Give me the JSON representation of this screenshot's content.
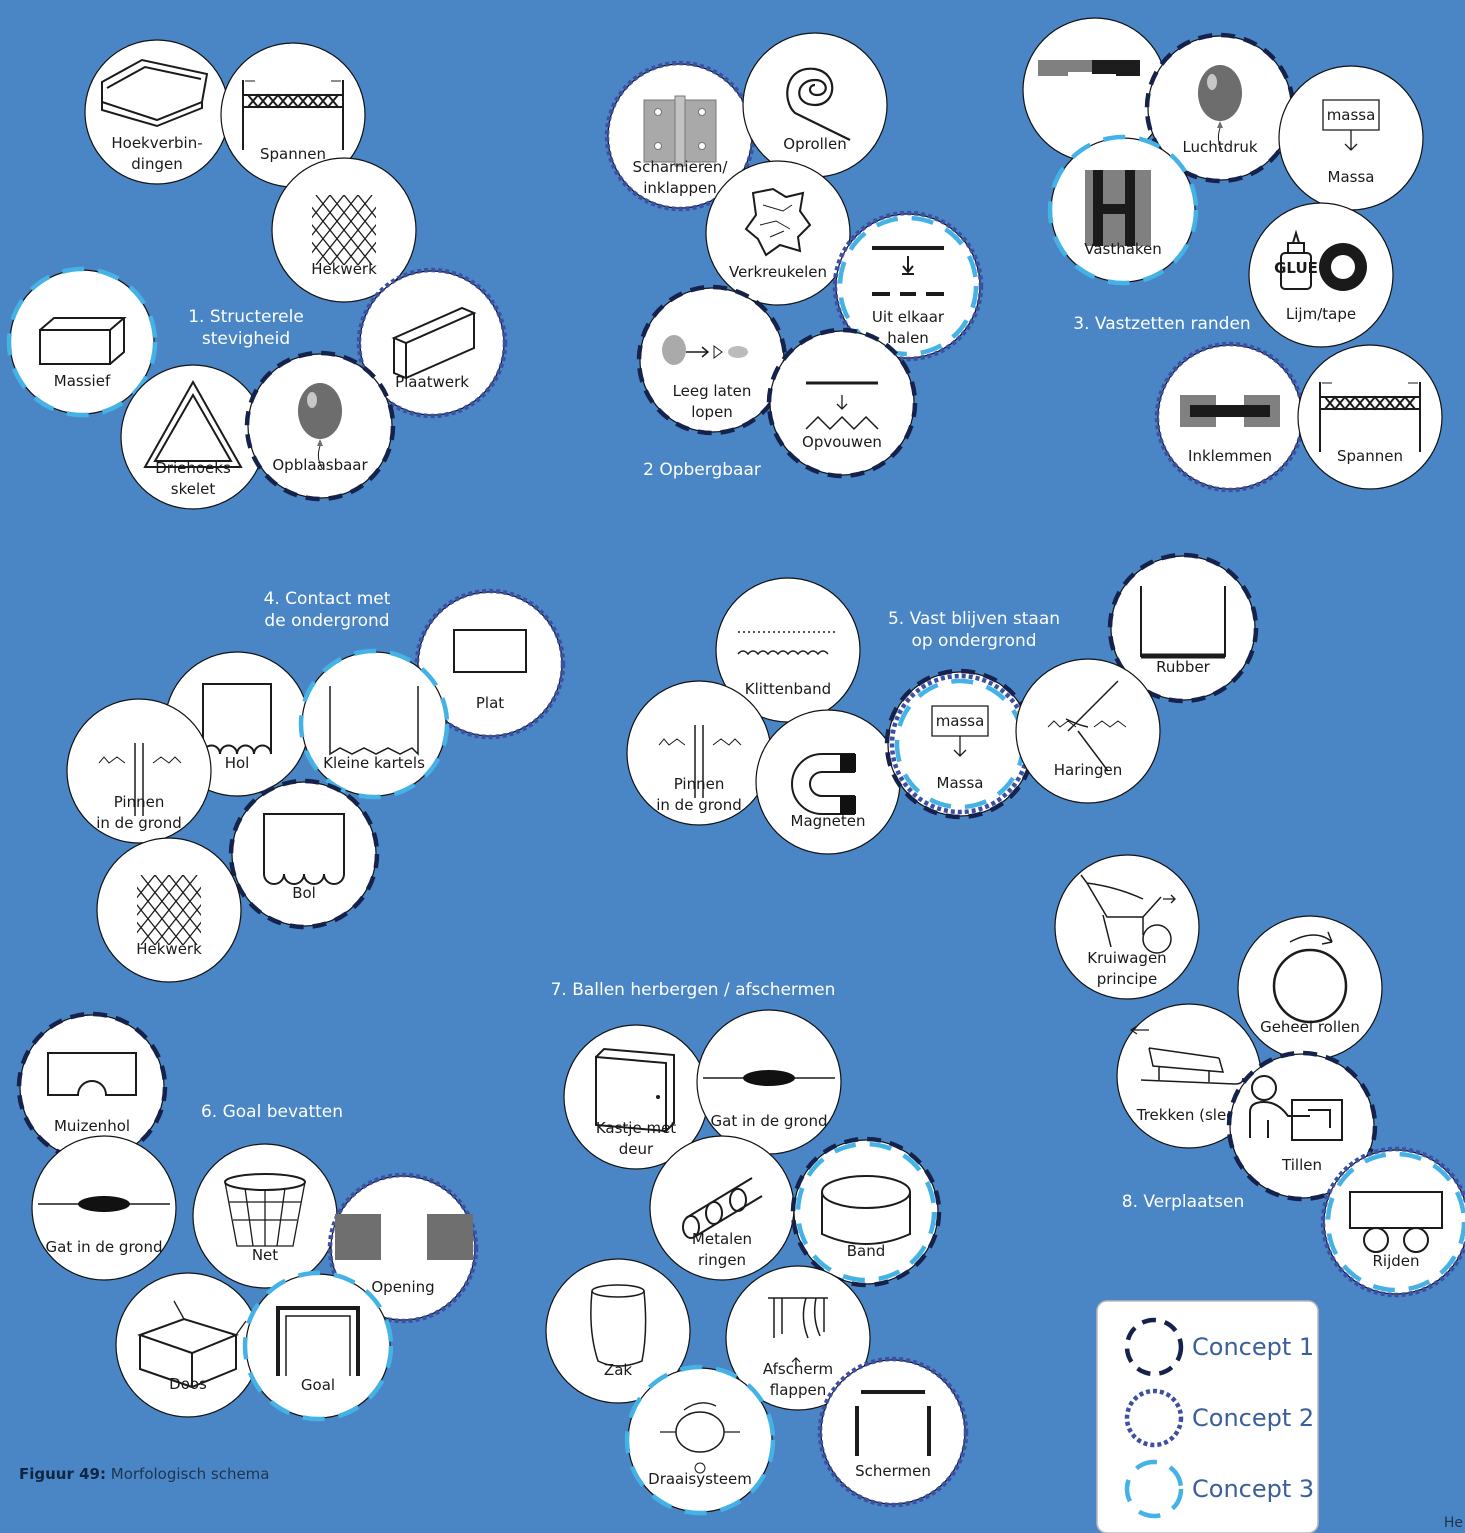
{
  "colors": {
    "background": "#4a86c5",
    "concept1": "#15224b",
    "concept2": "#3d4fa2",
    "concept3": "#45b2e5",
    "node_fill": "#ffffff"
  },
  "caption": {
    "label": "Figuur 49:",
    "text": "Morfologisch schema"
  },
  "corner_text": "He",
  "legend": [
    {
      "concept": 1,
      "label": "Concept 1"
    },
    {
      "concept": 2,
      "label": "Concept 2"
    },
    {
      "concept": 3,
      "label": "Concept 3"
    }
  ],
  "groups": [
    {
      "id": "g1",
      "title": [
        "1. Structerele",
        "stevigheid"
      ]
    },
    {
      "id": "g2",
      "title": [
        "2 Opbergbaar"
      ]
    },
    {
      "id": "g3",
      "title": [
        "3. Vastzetten randen"
      ]
    },
    {
      "id": "g4",
      "title": [
        "4. Contact met",
        "de ondergrond"
      ]
    },
    {
      "id": "g5",
      "title": [
        "5. Vast blijven staan",
        "op ondergrond"
      ]
    },
    {
      "id": "g6",
      "title": [
        "6. Goal bevatten"
      ]
    },
    {
      "id": "g7",
      "title": [
        "7. Ballen herbergen / afschermen"
      ]
    },
    {
      "id": "g8",
      "title": [
        "8. Verplaatsen"
      ]
    }
  ],
  "nodes": [
    {
      "group": "g1",
      "label": [
        "Hoekverbin-",
        "dingen"
      ],
      "icon": "frame-icon",
      "concepts": []
    },
    {
      "group": "g1",
      "label": [
        "Spannen"
      ],
      "icon": "tension-icon",
      "concepts": []
    },
    {
      "group": "g1",
      "label": [
        "Hekwerk"
      ],
      "icon": "fence-icon",
      "concepts": []
    },
    {
      "group": "g1",
      "label": [
        "Plaatwerk"
      ],
      "icon": "plate-icon",
      "concepts": [
        2
      ]
    },
    {
      "group": "g1",
      "label": [
        "Massief"
      ],
      "icon": "block-icon",
      "concepts": [
        3
      ]
    },
    {
      "group": "g1",
      "label": [
        "Driehoeks",
        "skelet"
      ],
      "icon": "triangle-icon",
      "concepts": []
    },
    {
      "group": "g1",
      "label": [
        "Opblaasbaar"
      ],
      "icon": "balloon-icon",
      "concepts": [
        1
      ]
    },
    {
      "group": "g2",
      "label": [
        "Scharnieren/",
        "inklappen"
      ],
      "icon": "hinge-icon",
      "concepts": [
        2
      ]
    },
    {
      "group": "g2",
      "label": [
        "Oprollen"
      ],
      "icon": "spiral-icon",
      "concepts": []
    },
    {
      "group": "g2",
      "label": [
        "Verkreukelen"
      ],
      "icon": "crumple-icon",
      "concepts": []
    },
    {
      "group": "g2",
      "label": [
        "Uit elkaar",
        "halen"
      ],
      "icon": "disassemble-icon",
      "concepts": [
        2,
        3
      ]
    },
    {
      "group": "g2",
      "label": [
        "Leeg laten",
        "lopen"
      ],
      "icon": "deflate-icon",
      "concepts": [
        1
      ]
    },
    {
      "group": "g2",
      "label": [
        "Opvouwen"
      ],
      "icon": "fold-icon",
      "concepts": [
        1
      ]
    },
    {
      "group": "g3",
      "label": [],
      "icon": "bar-icon",
      "concepts": []
    },
    {
      "group": "g3",
      "label": [
        "Luchtdruk"
      ],
      "icon": "balloon-icon",
      "concepts": [
        1
      ]
    },
    {
      "group": "g3",
      "label": [
        "massa",
        "Massa"
      ],
      "icon": "mass-icon",
      "concepts": []
    },
    {
      "group": "g3",
      "label": [
        "Vasthaken"
      ],
      "icon": "hook-icon",
      "concepts": [
        3
      ]
    },
    {
      "group": "g3",
      "label": [
        "GLUE",
        "Lijm/tape"
      ],
      "icon": "glue-icon",
      "concepts": []
    },
    {
      "group": "g3",
      "label": [
        "Inklemmen"
      ],
      "icon": "clamp-icon",
      "concepts": [
        2
      ]
    },
    {
      "group": "g3",
      "label": [
        "Spannen"
      ],
      "icon": "tension-icon",
      "concepts": []
    },
    {
      "group": "g4",
      "label": [
        "Plat"
      ],
      "icon": "flat-icon",
      "concepts": [
        2
      ]
    },
    {
      "group": "g4",
      "label": [
        "Hol"
      ],
      "icon": "hollow-icon",
      "concepts": []
    },
    {
      "group": "g4",
      "label": [
        "Kleine kartels"
      ],
      "icon": "serrated-icon",
      "concepts": [
        3
      ]
    },
    {
      "group": "g4",
      "label": [
        "Pinnen",
        "in de grond"
      ],
      "icon": "pin-icon",
      "concepts": []
    },
    {
      "group": "g4",
      "label": [
        "Bol"
      ],
      "icon": "convex-icon",
      "concepts": [
        1
      ]
    },
    {
      "group": "g4",
      "label": [
        "Hekwerk"
      ],
      "icon": "fence-icon",
      "concepts": []
    },
    {
      "group": "g5",
      "label": [
        "Klittenband"
      ],
      "icon": "velcro-icon",
      "concepts": []
    },
    {
      "group": "g5",
      "label": [
        "Rubber"
      ],
      "icon": "rubber-icon",
      "concepts": [
        1
      ]
    },
    {
      "group": "g5",
      "label": [
        "Pinnen",
        "in de grond"
      ],
      "icon": "pin-icon",
      "concepts": []
    },
    {
      "group": "g5",
      "label": [
        "Magneten"
      ],
      "icon": "magnet-icon",
      "concepts": []
    },
    {
      "group": "g5",
      "label": [
        "massa",
        "Massa"
      ],
      "icon": "mass-icon",
      "concepts": [
        1,
        2,
        3
      ]
    },
    {
      "group": "g5",
      "label": [
        "Haringen"
      ],
      "icon": "peg-icon",
      "concepts": []
    },
    {
      "group": "g6",
      "label": [
        "Muizenhol"
      ],
      "icon": "mousehole-icon",
      "concepts": [
        1
      ]
    },
    {
      "group": "g6",
      "label": [
        "Gat in de grond"
      ],
      "icon": "hole-icon",
      "concepts": []
    },
    {
      "group": "g6",
      "label": [
        "Net"
      ],
      "icon": "net-icon",
      "concepts": []
    },
    {
      "group": "g6",
      "label": [
        "Opening"
      ],
      "icon": "opening-icon",
      "concepts": [
        2
      ]
    },
    {
      "group": "g6",
      "label": [
        "Doos"
      ],
      "icon": "box-icon",
      "concepts": []
    },
    {
      "group": "g6",
      "label": [
        "Goal"
      ],
      "icon": "goal-icon",
      "concepts": [
        3
      ]
    },
    {
      "group": "g7",
      "label": [
        "Kastje met",
        "deur"
      ],
      "icon": "cabinet-icon",
      "concepts": []
    },
    {
      "group": "g7",
      "label": [
        "Gat in de grond"
      ],
      "icon": "hole-icon",
      "concepts": []
    },
    {
      "group": "g7",
      "label": [
        "Metalen",
        "ringen"
      ],
      "icon": "rings-icon",
      "concepts": []
    },
    {
      "group": "g7",
      "label": [
        "Band"
      ],
      "icon": "band-icon",
      "concepts": [
        1,
        3
      ]
    },
    {
      "group": "g7",
      "label": [
        "Zak"
      ],
      "icon": "bag-icon",
      "concepts": []
    },
    {
      "group": "g7",
      "label": [
        "Afscherm",
        "flappen"
      ],
      "icon": "flaps-icon",
      "concepts": []
    },
    {
      "group": "g7",
      "label": [
        "Draaisysteem"
      ],
      "icon": "rotate-icon",
      "concepts": [
        3
      ]
    },
    {
      "group": "g7",
      "label": [
        "Schermen"
      ],
      "icon": "screens-icon",
      "concepts": [
        2
      ]
    },
    {
      "group": "g8",
      "label": [
        "Kruiwagen",
        "principe"
      ],
      "icon": "wheelbarrow-icon",
      "concepts": []
    },
    {
      "group": "g8",
      "label": [
        "Geheel rollen"
      ],
      "icon": "roll-icon",
      "concepts": []
    },
    {
      "group": "g8",
      "label": [
        "Trekken (slee)"
      ],
      "icon": "sled-icon",
      "concepts": []
    },
    {
      "group": "g8",
      "label": [
        "Tillen"
      ],
      "icon": "lift-icon",
      "concepts": [
        1
      ]
    },
    {
      "group": "g8",
      "label": [
        "Rijden"
      ],
      "icon": "cart-icon",
      "concepts": [
        2,
        3
      ]
    }
  ]
}
